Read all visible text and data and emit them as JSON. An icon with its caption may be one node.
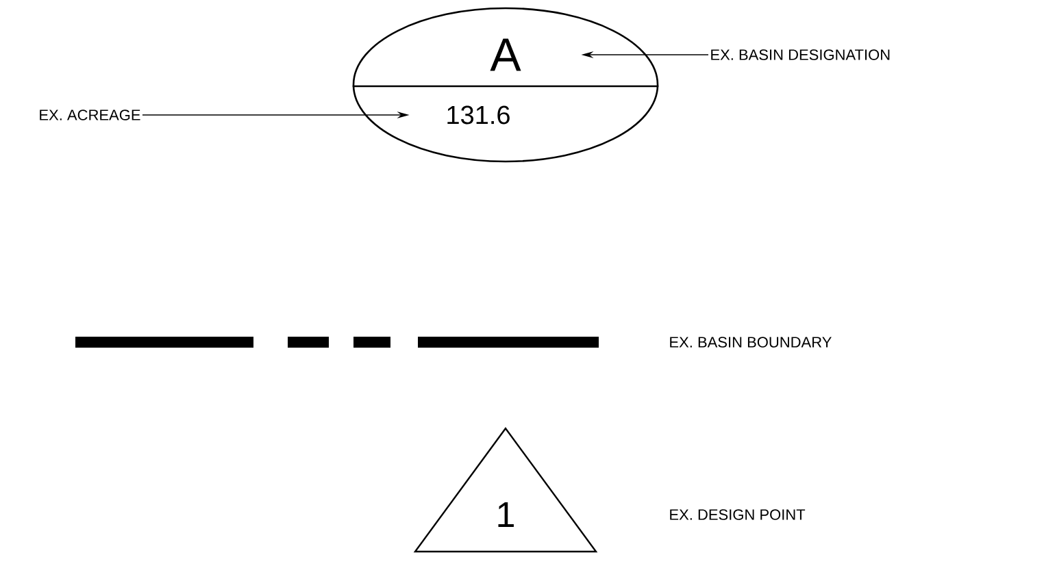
{
  "diagram": {
    "nodes": [
      {
        "text": [],
        "shape": "ellipse"
      },
      {
        "text": [
          "A"
        ],
        "in": 0
      },
      {
        "text": [
          "131.6"
        ],
        "in": 0
      },
      {
        "text": [
          "EX. BASIN DESIGNATION"
        ]
      },
      {
        "text": [
          "EX. ACREAGE"
        ]
      },
      {
        "text": [
          "1"
        ]
      }
    ],
    "labels": [
      "EX. DESIGN POINT"
    ],
    "edges": [
      {
        "from": 3,
        "to": 1,
        "arrow": "to"
      },
      {
        "from": 4,
        "to": 2,
        "arrow": "to"
      }
    ],
    "legend": [
      {
        "text": "EX. BASIN BOUNDARY"
      }
    ]
  }
}
